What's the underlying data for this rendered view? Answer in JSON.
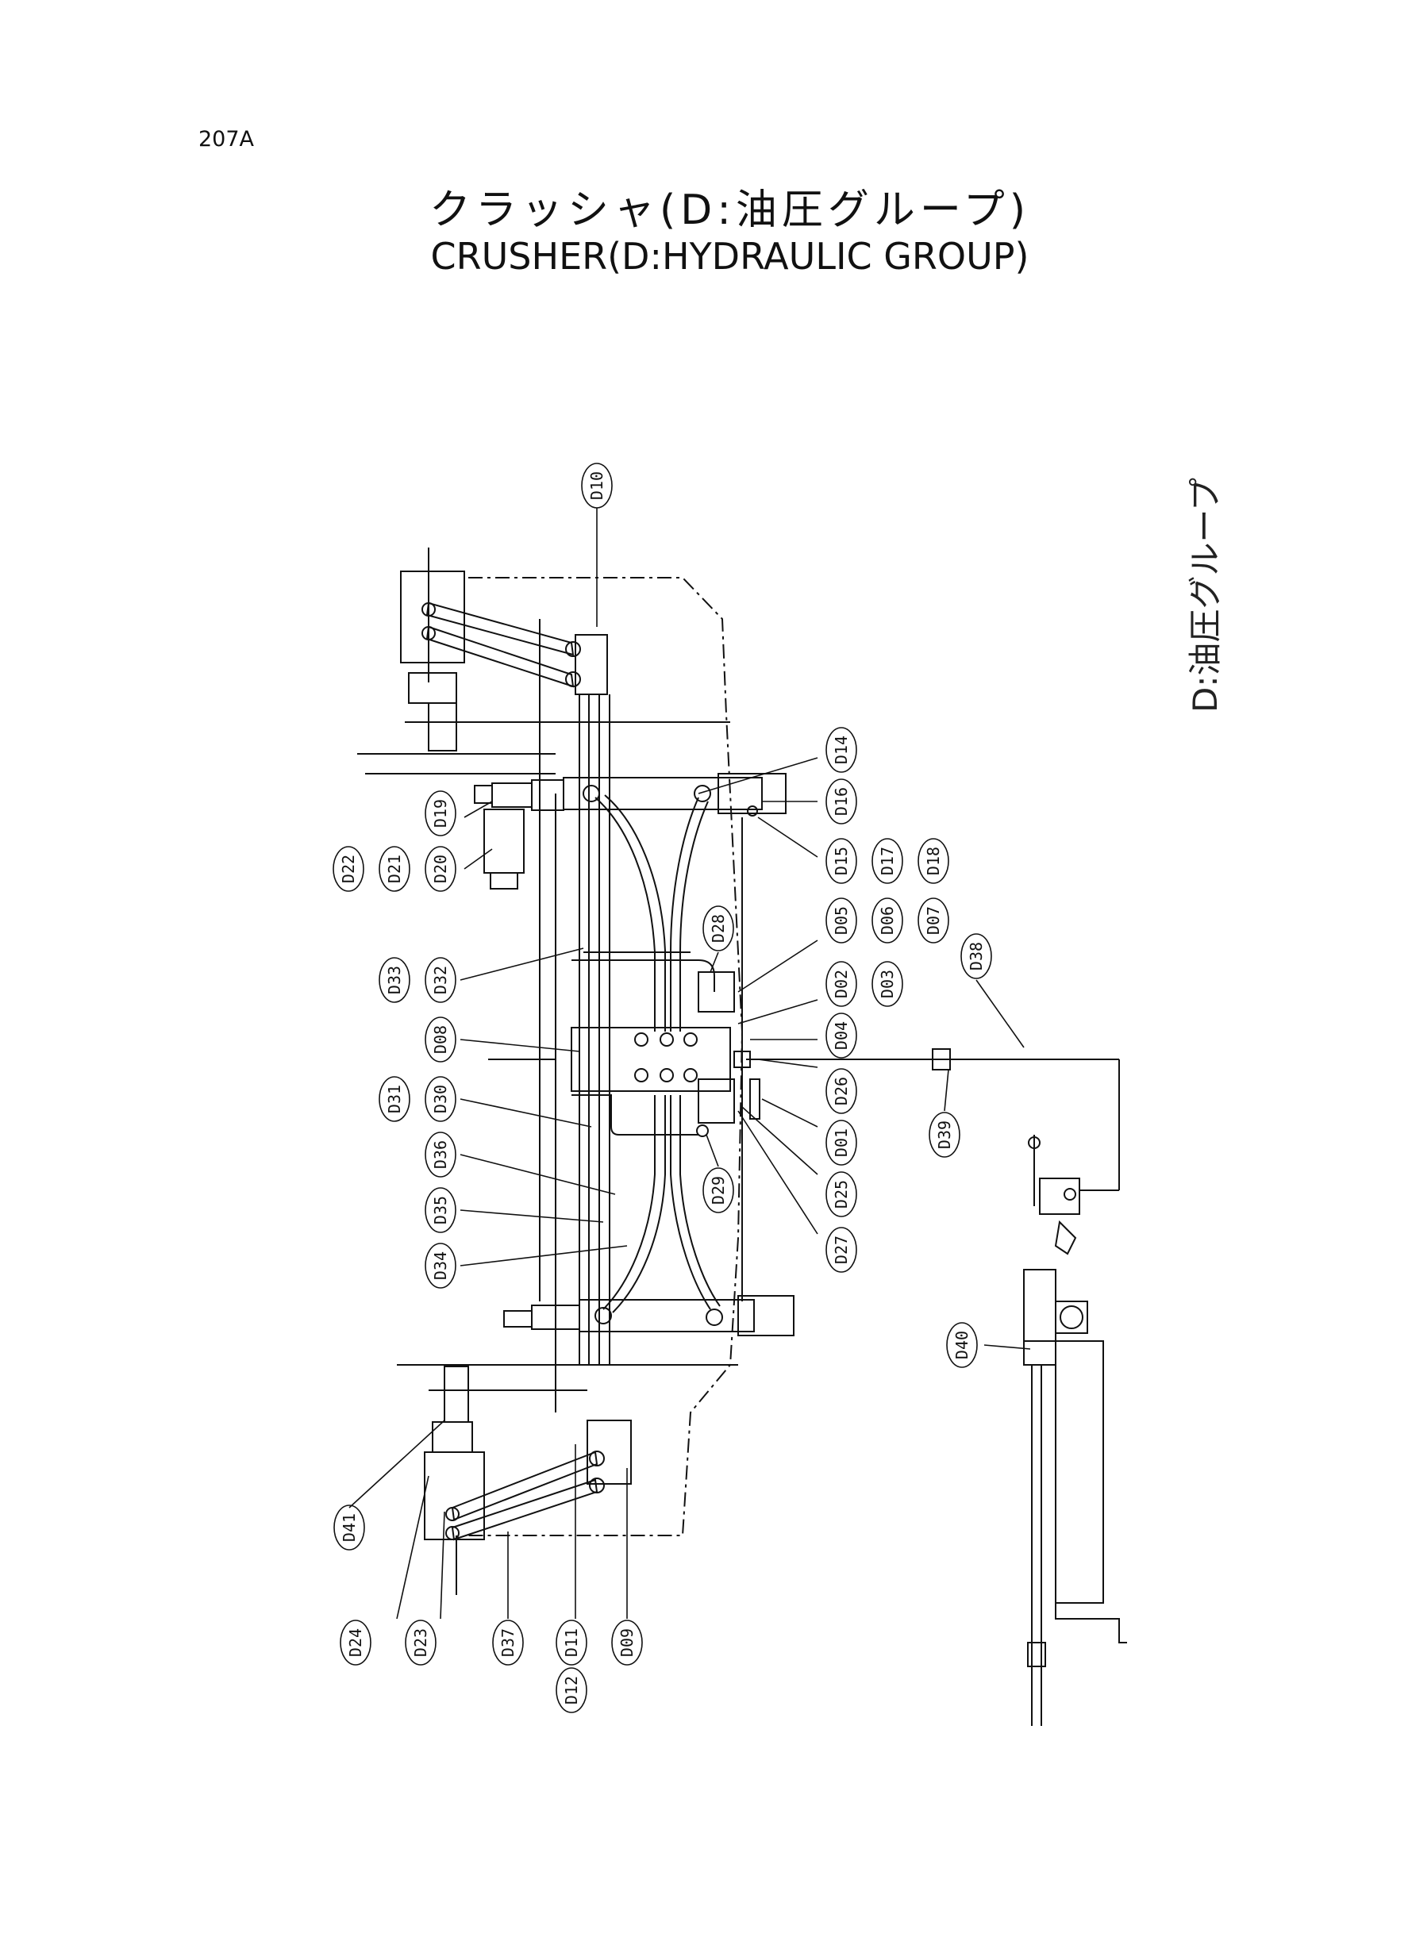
{
  "page_code": "207A",
  "title_jp": "クラッシャ(D:油圧グループ)",
  "title_en": "CRUSHER(D:HYDRAULIC GROUP)",
  "side_label": "D:油圧グループ",
  "callouts": {
    "D01": "D01",
    "D02": "D02",
    "D03": "D03",
    "D04": "D04",
    "D05": "D05",
    "D06": "D06",
    "D07": "D07",
    "D08": "D08",
    "D09": "D09",
    "D10": "D10",
    "D11": "D11",
    "D12": "D12",
    "D14": "D14",
    "D15": "D15",
    "D16": "D16",
    "D17": "D17",
    "D18": "D18",
    "D19": "D19",
    "D20": "D20",
    "D21": "D21",
    "D22": "D22",
    "D23": "D23",
    "D24": "D24",
    "D25": "D25",
    "D26": "D26",
    "D27": "D27",
    "D28": "D28",
    "D29": "D29",
    "D30": "D30",
    "D31": "D31",
    "D32": "D32",
    "D33": "D33",
    "D34": "D34",
    "D35": "D35",
    "D36": "D36",
    "D37": "D37",
    "D38": "D38",
    "D39": "D39",
    "D40": "D40",
    "D41": "D41"
  }
}
